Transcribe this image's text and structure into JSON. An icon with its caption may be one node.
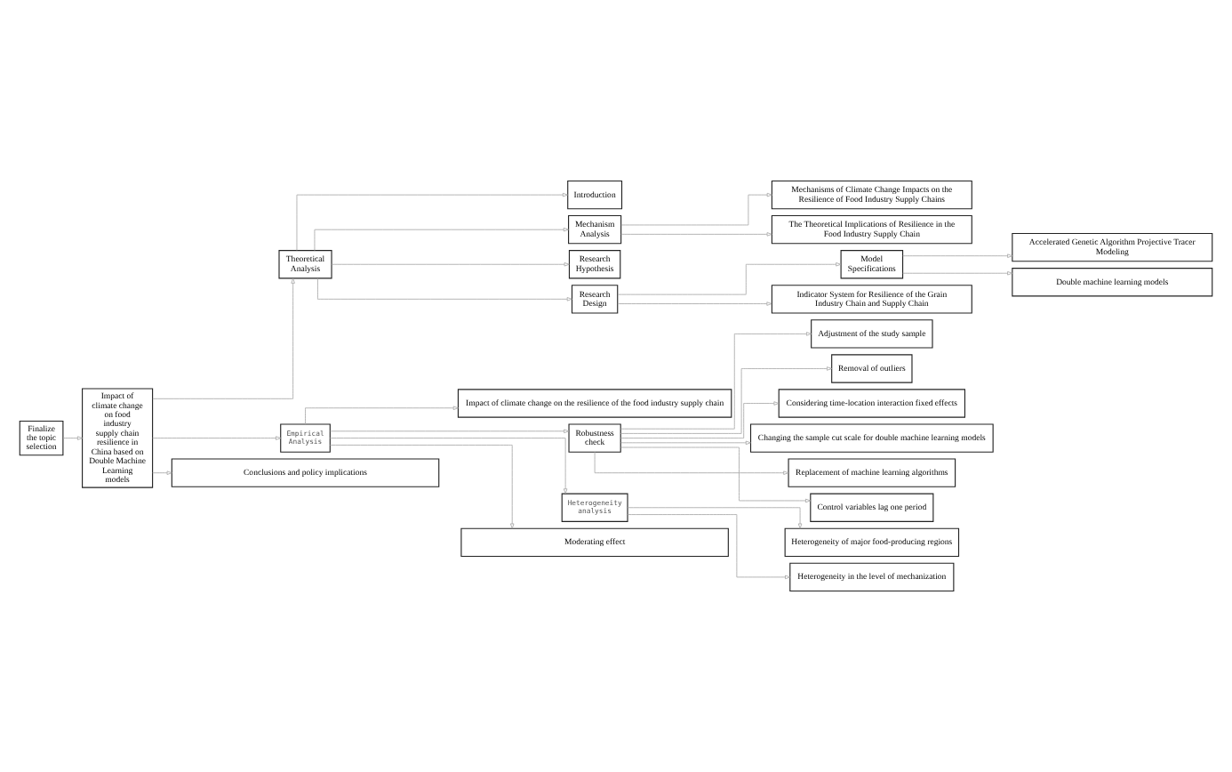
{
  "diagram": {
    "nodes": [
      {
        "text": [
          "Finalize the topic selection"
        ]
      },
      {
        "text": [
          "Impact of climate change on food industry supply chain resilience in China based on Double Machine Learning models"
        ]
      },
      {
        "text": [
          "Theoretical Analysis"
        ]
      },
      {
        "text": [
          "Introduction"
        ]
      },
      {
        "text": [
          "Mechanism Analysis"
        ]
      },
      {
        "text": [
          "Research Hypothesis"
        ]
      },
      {
        "text": [
          "Research Design"
        ]
      },
      {
        "text": [
          "Mechanisms of Climate Change Impacts on the Resilience of Food Industry Supply Chains"
        ]
      },
      {
        "text": [
          "The Theoretical Implications of Resilience in the Food Industry Supply Chain"
        ]
      },
      {
        "text": [
          "Model Specifications"
        ]
      },
      {
        "text": [
          "Accelerated Genetic Algorithm Projective Tracer Modeling"
        ]
      },
      {
        "text": [
          "Double machine learning models"
        ]
      },
      {
        "text": [
          "Indicator System for Resilience of the Grain Industry Chain and Supply Chain"
        ]
      },
      {
        "text": [
          "Empirical Analysis"
        ]
      },
      {
        "text": [
          "Impact of climate change on the resilience of the food industry supply chain"
        ]
      },
      {
        "text": [
          "Robustness check"
        ]
      },
      {
        "text": [
          "Adjustment of the study sample"
        ]
      },
      {
        "text": [
          "Removal of outliers"
        ]
      },
      {
        "text": [
          "Considering time-location interaction fixed effects"
        ]
      },
      {
        "text": [
          "Changing the sample cut scale for double machine learning models"
        ]
      },
      {
        "text": [
          "Replacement of machine learning algorithms"
        ]
      },
      {
        "text": [
          "Control variables lag one period"
        ]
      },
      {
        "text": [
          "Heterogeneity analysis"
        ]
      },
      {
        "text": [
          "Heterogeneity of major food-producing regions"
        ]
      },
      {
        "text": [
          "Heterogeneity in the level of mechanization"
        ]
      },
      {
        "text": [
          "Moderating effect"
        ]
      },
      {
        "text": [
          "Conclusions and policy implications"
        ]
      }
    ],
    "edges": [
      {
        "from": 0,
        "to": 1,
        "arrow": "to"
      },
      {
        "from": 1,
        "to": 2,
        "arrow": "to"
      },
      {
        "from": 2,
        "to": 3,
        "arrow": "to"
      },
      {
        "from": 2,
        "to": 4,
        "arrow": "to"
      },
      {
        "from": 2,
        "to": 5,
        "arrow": "to"
      },
      {
        "from": 2,
        "to": 6,
        "arrow": "to"
      },
      {
        "from": 4,
        "to": 7,
        "arrow": "to"
      },
      {
        "from": 4,
        "to": 8,
        "arrow": "to"
      },
      {
        "from": 6,
        "to": 9,
        "arrow": "to"
      },
      {
        "from": 9,
        "to": 10,
        "arrow": "to"
      },
      {
        "from": 9,
        "to": 11,
        "arrow": "to"
      },
      {
        "from": 6,
        "to": 12,
        "arrow": "to"
      },
      {
        "from": 1,
        "to": 13,
        "arrow": "to"
      },
      {
        "from": 13,
        "to": 14,
        "arrow": "to"
      },
      {
        "from": 13,
        "to": 15,
        "arrow": "to"
      },
      {
        "from": 15,
        "to": 16,
        "arrow": "to"
      },
      {
        "from": 15,
        "to": 17,
        "arrow": "to"
      },
      {
        "from": 15,
        "to": 18,
        "arrow": "to"
      },
      {
        "from": 15,
        "to": 19,
        "arrow": "to"
      },
      {
        "from": 15,
        "to": 20,
        "arrow": "to"
      },
      {
        "from": 15,
        "to": 21,
        "arrow": "to"
      },
      {
        "from": 13,
        "to": 22,
        "arrow": "to"
      },
      {
        "from": 22,
        "to": 23,
        "arrow": "to"
      },
      {
        "from": 22,
        "to": 24,
        "arrow": "to"
      },
      {
        "from": 13,
        "to": 25,
        "arrow": "to"
      },
      {
        "from": 1,
        "to": 26,
        "arrow": "to"
      }
    ]
  }
}
